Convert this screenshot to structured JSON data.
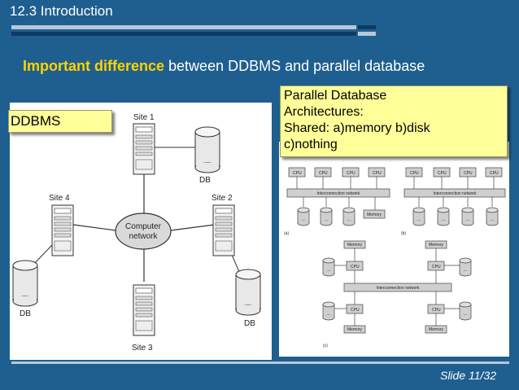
{
  "slide": {
    "title": "12.3 Introduction",
    "heading_emphasis": "Important difference",
    "heading_rest": " between DDBMS and parallel database",
    "number": "Slide 11/32"
  },
  "ddbms": {
    "label": "DDBMS",
    "network": [
      "Computer",
      "network"
    ],
    "sites": [
      "Site 1",
      "Site 2",
      "Site 3",
      "Site 4"
    ],
    "db": "DB"
  },
  "parallel": {
    "lines": [
      "Parallel Database",
      "Architectures:",
      "Shared: a)memory b)disk",
      "c)nothing"
    ],
    "cpu": "CPU",
    "memory": "Memory",
    "interconnect": "Interconnection network",
    "labels": [
      "(a)",
      "(b)",
      "(c)"
    ]
  }
}
